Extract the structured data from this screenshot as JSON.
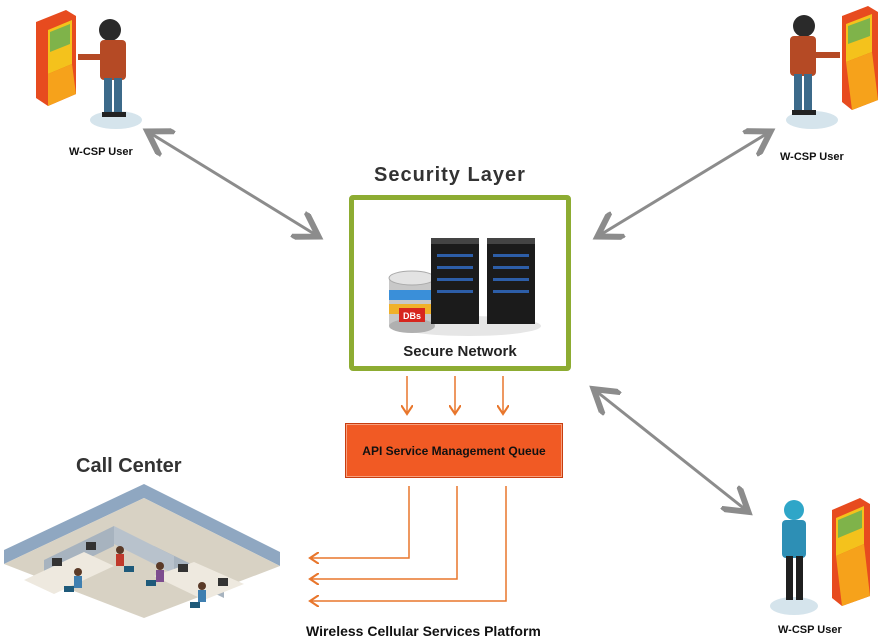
{
  "users": [
    {
      "label": "W-CSP User"
    },
    {
      "label": "W-CSP User"
    },
    {
      "label": "W-CSP User"
    }
  ],
  "security": {
    "title": "Security Layer",
    "network_label": "Secure Network",
    "db_label": "DBs"
  },
  "api_queue": {
    "label": "API Service Management Queue"
  },
  "call_center": {
    "title": "Call Center"
  },
  "platform": {
    "label": "Wireless Cellular Services Platform"
  },
  "colors": {
    "security_border": "#8dac32",
    "api_fill": "#f15a24",
    "orange_arrow": "#e8762c",
    "gray_arrow": "#8c8c8c"
  }
}
